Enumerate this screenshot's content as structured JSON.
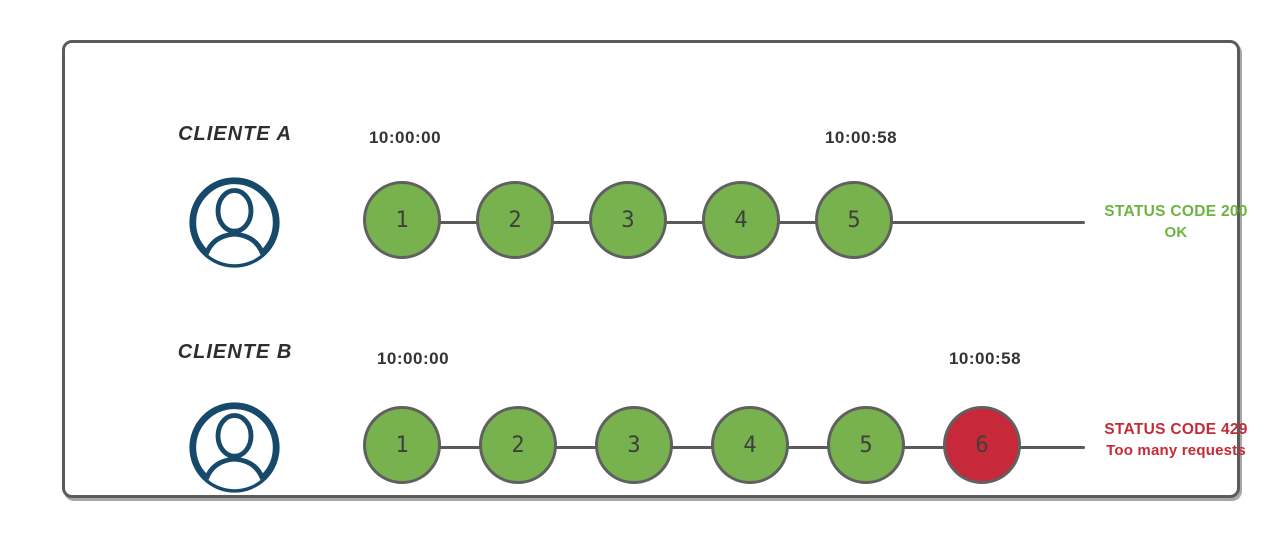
{
  "diagram": {
    "rows": [
      {
        "client_label": "CLIENTE A",
        "start_time": "10:00:00",
        "end_time": "10:00:58",
        "requests": [
          "1",
          "2",
          "3",
          "4",
          "5"
        ],
        "request_states": [
          "ok",
          "ok",
          "ok",
          "ok",
          "ok"
        ],
        "status_line1": "STATUS CODE 200",
        "status_line2": "OK",
        "status_color": "#6cb33f"
      },
      {
        "client_label": "CLIENTE B",
        "start_time": "10:00:00",
        "end_time": "10:00:58",
        "requests": [
          "1",
          "2",
          "3",
          "4",
          "5",
          "6"
        ],
        "request_states": [
          "ok",
          "ok",
          "ok",
          "ok",
          "ok",
          "blocked"
        ],
        "status_line1": "STATUS CODE 429",
        "status_line2": "Too many requests",
        "status_color": "#c62a35"
      }
    ],
    "icons": {
      "avatar": "user-avatar-icon"
    },
    "colors": {
      "request_ok": "#77b24e",
      "request_blocked": "#c8293a",
      "circle_border": "#606060",
      "timeline": "#5a5a5a",
      "avatar": "#17496b",
      "timestamp_text": "#333333",
      "client_text": "#2e2e2e",
      "panel_border": "#5b5b5b"
    }
  }
}
